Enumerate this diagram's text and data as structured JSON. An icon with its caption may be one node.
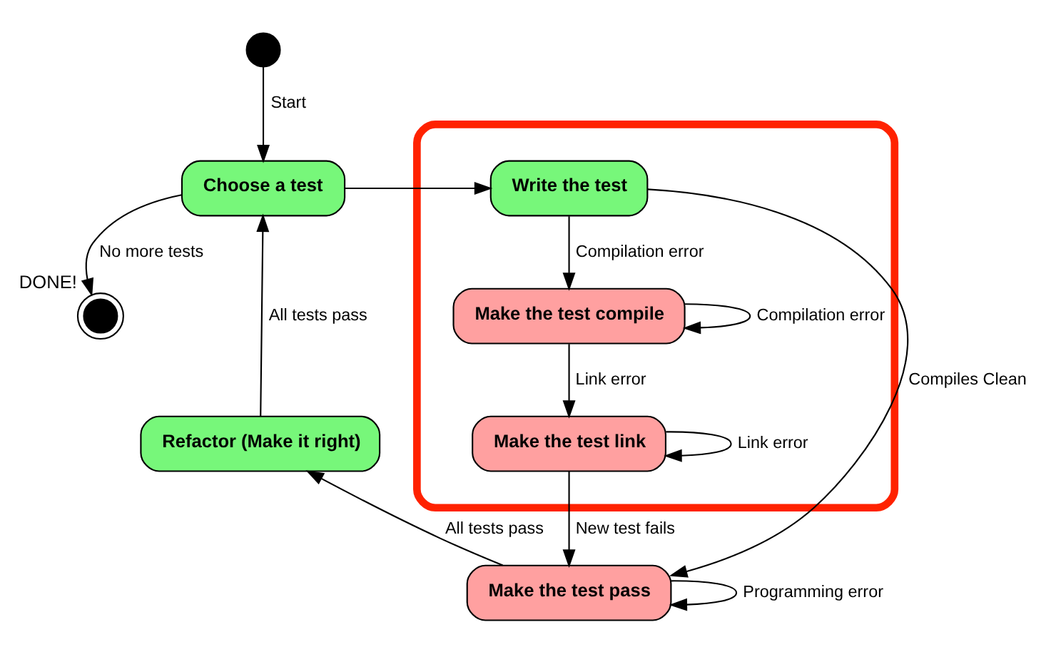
{
  "diagram": {
    "nodes": [
      {
        "text": [],
        "shape": "circle"
      },
      {
        "text": [
          "Choose a test"
        ]
      },
      {
        "text": [],
        "shape": "box"
      },
      {
        "text": [
          "Write the test"
        ],
        "in": 2
      },
      {
        "text": [],
        "shape": "circle",
        "beside": [
          "DONE!"
        ]
      },
      {
        "text": [
          "Refactor (Make it right)"
        ]
      },
      {
        "text": [
          "Make the test compile"
        ],
        "in": 2
      },
      {
        "text": [
          "Make the test pass"
        ]
      },
      {
        "text": [
          "Make the test link"
        ],
        "in": 2
      }
    ],
    "edges": [
      {
        "from": 0,
        "to": 1,
        "arrow": "to",
        "label": "Start"
      },
      {
        "from": 1,
        "to": 3,
        "arrow": "to"
      },
      {
        "from": 1,
        "to": 4,
        "arrow": "to",
        "label": "No more tests"
      },
      {
        "from": 5,
        "to": 1,
        "arrow": "to",
        "label": "All tests pass"
      },
      {
        "from": 7,
        "to": 5,
        "arrow": "to",
        "label": "All tests pass"
      },
      {
        "from": 3,
        "to": 7,
        "arrow": "to",
        "label": "Compiles Clean"
      },
      {
        "from": 3,
        "to": 6,
        "arrow": "to",
        "label": "Compilation error"
      },
      {
        "from": 6,
        "to": 6,
        "arrow": "to",
        "label": "Compilation error"
      },
      {
        "from": 6,
        "to": 8,
        "arrow": "to",
        "label": "Link error"
      },
      {
        "from": 8,
        "to": 8,
        "arrow": "to",
        "label": "Link error"
      },
      {
        "from": 8,
        "to": 7,
        "arrow": "to",
        "label": "New test fails"
      },
      {
        "from": 7,
        "to": 7,
        "arrow": "to",
        "label": "Programming error"
      }
    ]
  }
}
